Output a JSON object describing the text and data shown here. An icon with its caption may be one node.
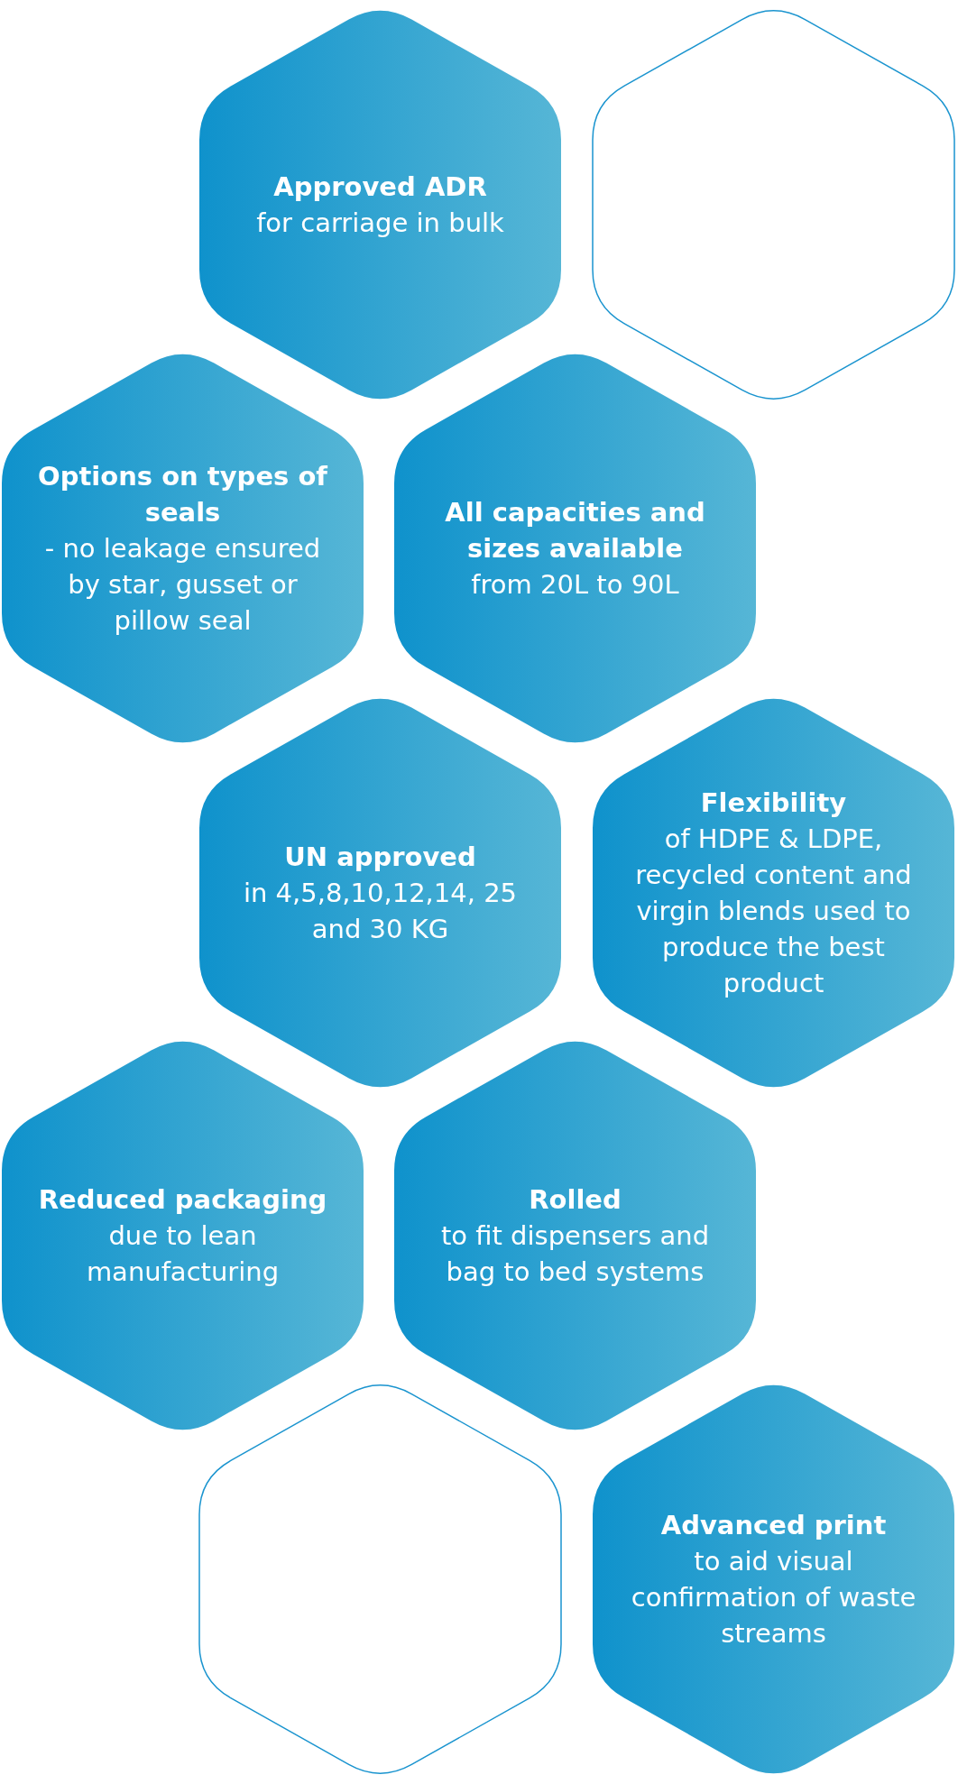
{
  "diagram": {
    "nodes": [
      {
        "text": [
          "Approved ADR",
          "for carriage in bulk"
        ]
      },
      {
        "text": [],
        "shape": "hexagon"
      },
      {
        "text": [
          "Options on types of seals",
          "- no leakage ensured by star, gusset or pillow seal"
        ]
      },
      {
        "text": [
          "All capacities and sizes available",
          "from 20L to 90L"
        ]
      },
      {
        "text": [
          "UN approved",
          "in 4,5,8,10,12,14, 25 and 30 KG"
        ]
      },
      {
        "text": [
          "Flexibility",
          "of HDPE & LDPE, recycled content and virgin blends used to produce the best product"
        ]
      },
      {
        "text": [
          "Reduced packaging",
          "due to lean manufacturing"
        ]
      },
      {
        "text": [
          "Rolled",
          "to fit dispensers and bag to bed systems"
        ]
      },
      {
        "text": [],
        "shape": "hexagon"
      },
      {
        "text": [
          "Advanced print",
          "to aid visual confirmation of waste streams"
        ]
      }
    ]
  }
}
